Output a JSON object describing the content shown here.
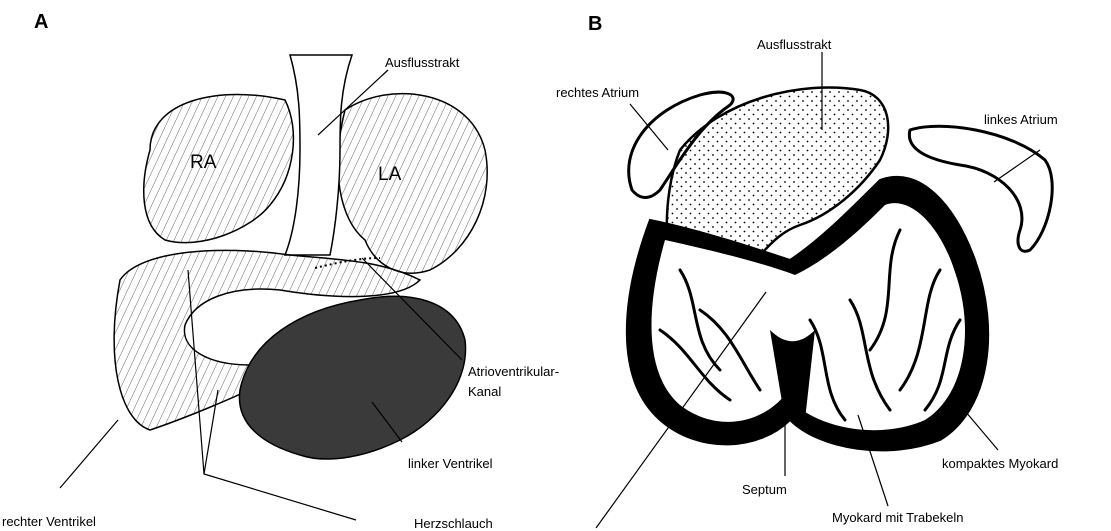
{
  "panel_a": {
    "letter": "A",
    "chamber_ra": "RA",
    "chamber_la": "LA",
    "labels": {
      "outflow": "Ausflusstrakt",
      "av_canal_1": "Atrioventrikular-",
      "av_canal_2": "Kanal",
      "left_ventricle": "linker Ventrikel",
      "right_ventricle": "rechter Ventrikel",
      "heart_tube": "Herzschlauch"
    }
  },
  "panel_b": {
    "letter": "B",
    "labels": {
      "outflow": "Ausflusstrakt",
      "right_atrium": "rechtes Atrium",
      "left_atrium": "linkes Atrium",
      "compact_myocardium": "kompaktes Myokard",
      "septum": "Septum",
      "trabecular_myocardium": "Myokard mit Trabekeln"
    }
  },
  "colors": {
    "ink": "#000000",
    "paper": "#ffffff",
    "shade": "#3a3a3a"
  }
}
